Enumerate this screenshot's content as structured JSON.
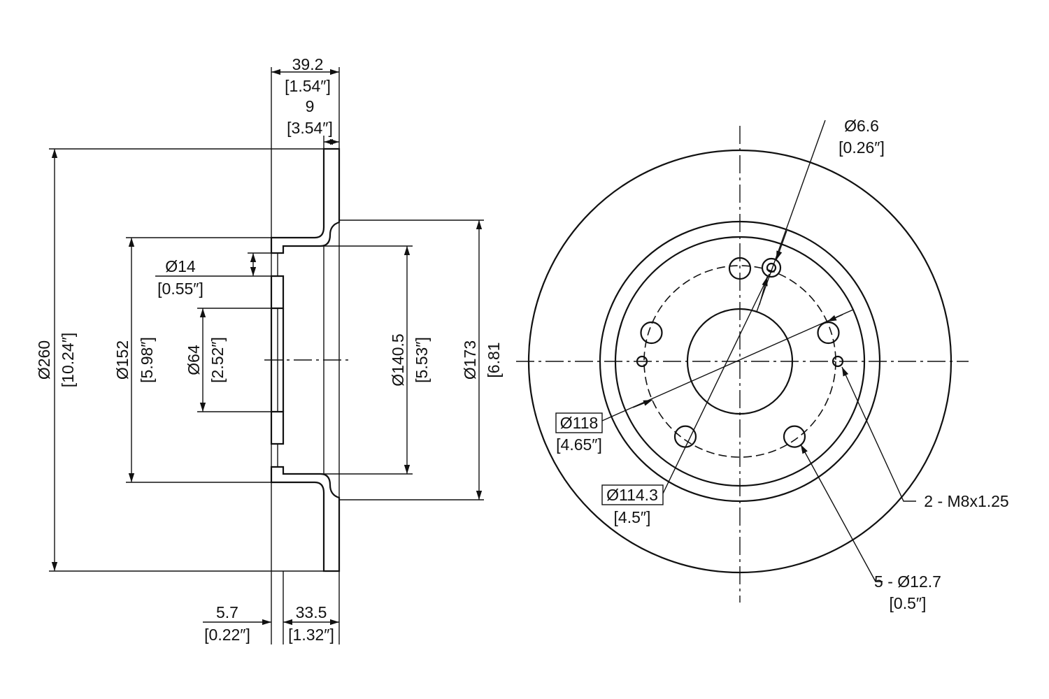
{
  "side_view": {
    "overall_width": {
      "value": "39.2",
      "inch": "[1.54″]"
    },
    "ring_thickness": {
      "value": "9",
      "inch": "[3.54″]"
    },
    "outer_diameter": {
      "value": "Ø260",
      "inch": "[10.24″]"
    },
    "hat_diameter": {
      "value": "Ø152",
      "inch": "[5.98″]"
    },
    "bolt_hole": {
      "value": "Ø14",
      "inch": "[0.55″]"
    },
    "hub_bore": {
      "value": "Ø64",
      "inch": "[2.52″]"
    },
    "inner_hat": {
      "value": "Ø140.5",
      "inch": "[5.53″]"
    },
    "ring_inner": {
      "value": "Ø173",
      "inch": "[6.81"
    },
    "hat_offset": {
      "value": "5.7",
      "inch": "[0.22″]"
    },
    "hat_height": {
      "value": "33.5",
      "inch": "[1.32″]"
    }
  },
  "front_view": {
    "small_hole": {
      "value": "Ø6.6",
      "inch": "[0.26″]"
    },
    "pitch_circle": {
      "value": "Ø118",
      "inch": "[4.65″]"
    },
    "bolt_circle": {
      "value": "Ø114.3",
      "inch": "[4.5″]"
    },
    "threaded_holes": {
      "value": "2 - M8x1.25"
    },
    "lug_holes": {
      "value": "5 - Ø12.7",
      "inch": "[0.5″]"
    }
  },
  "colors": {
    "line": "#111111",
    "background": "#ffffff"
  }
}
